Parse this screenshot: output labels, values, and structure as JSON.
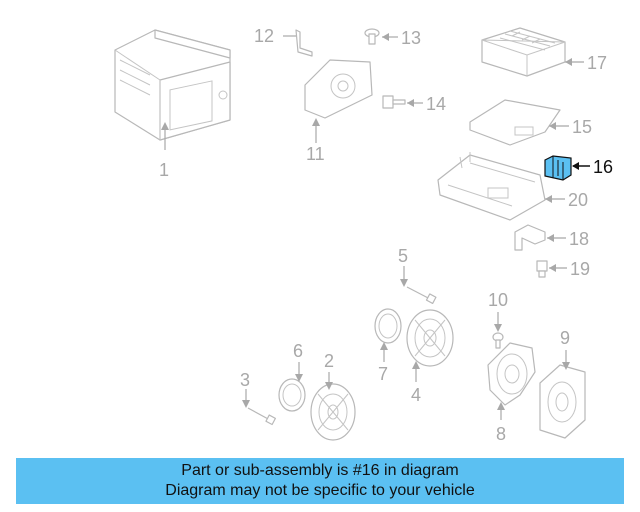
{
  "colors": {
    "banner_background": "#5bc0f2",
    "highlight_fill": "#5bc0f2",
    "part_outline": "#b8b8b8",
    "callout_text": "#a8a8a8",
    "highlight_text": "#111111"
  },
  "diagram": {
    "highlighted_part": "16",
    "callouts": {
      "c1": "1",
      "c2": "2",
      "c3": "3",
      "c4": "4",
      "c5": "5",
      "c6": "6",
      "c7": "7",
      "c8": "8",
      "c9": "9",
      "c10": "10",
      "c11": "11",
      "c12": "12",
      "c13": "13",
      "c14": "14",
      "c15": "15",
      "c16": "16",
      "c17": "17",
      "c18": "18",
      "c19": "19",
      "c20": "20"
    }
  },
  "banner": {
    "line1": "Part or sub-assembly is #16 in diagram",
    "line2": "Diagram may not be specific to your vehicle"
  }
}
